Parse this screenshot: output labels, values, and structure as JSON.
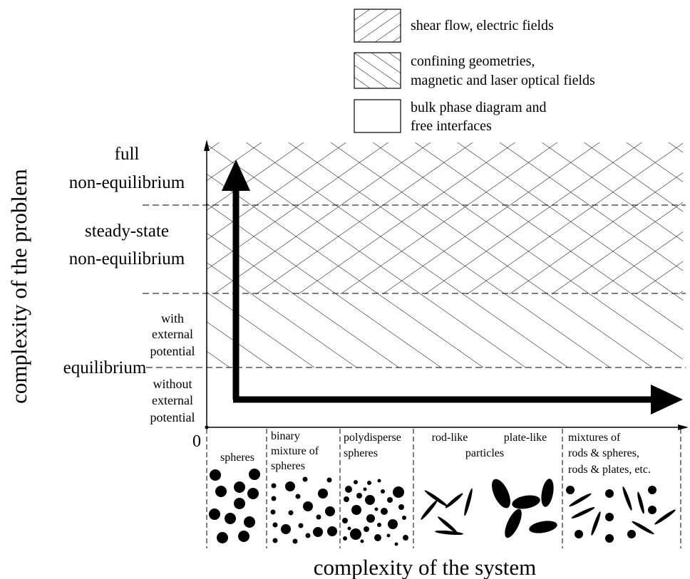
{
  "legend": {
    "items": [
      {
        "style": "back-hatch",
        "lines": [
          "shear flow, electric fields"
        ]
      },
      {
        "style": "forward-hatch",
        "lines": [
          "confining geometries,",
          "magnetic and laser optical fields"
        ]
      },
      {
        "style": "plain",
        "lines": [
          "bulk phase diagram and",
          "free interfaces"
        ]
      }
    ]
  },
  "axes": {
    "ylabel": "complexity of the problem",
    "xlabel": "complexity of the system",
    "origin": "0"
  },
  "levels": {
    "full": [
      "full",
      "non-equilibrium"
    ],
    "steady": [
      "steady-state",
      "non-equilibrium"
    ],
    "with_potential": [
      "with",
      "external",
      "potential"
    ],
    "equilibrium": "equilibrium",
    "without_potential": [
      "without",
      "external",
      "potential"
    ]
  },
  "systems": {
    "spheres": [
      "spheres"
    ],
    "binary": [
      "binary",
      "mixture of",
      "spheres"
    ],
    "polydisperse": [
      "polydisperse",
      "spheres"
    ],
    "rod_like": "rod-like",
    "plate_like": "plate-like",
    "particles": "particles",
    "mixtures": [
      "mixtures of",
      "rods & spheres,",
      "rods & plates, etc."
    ]
  }
}
